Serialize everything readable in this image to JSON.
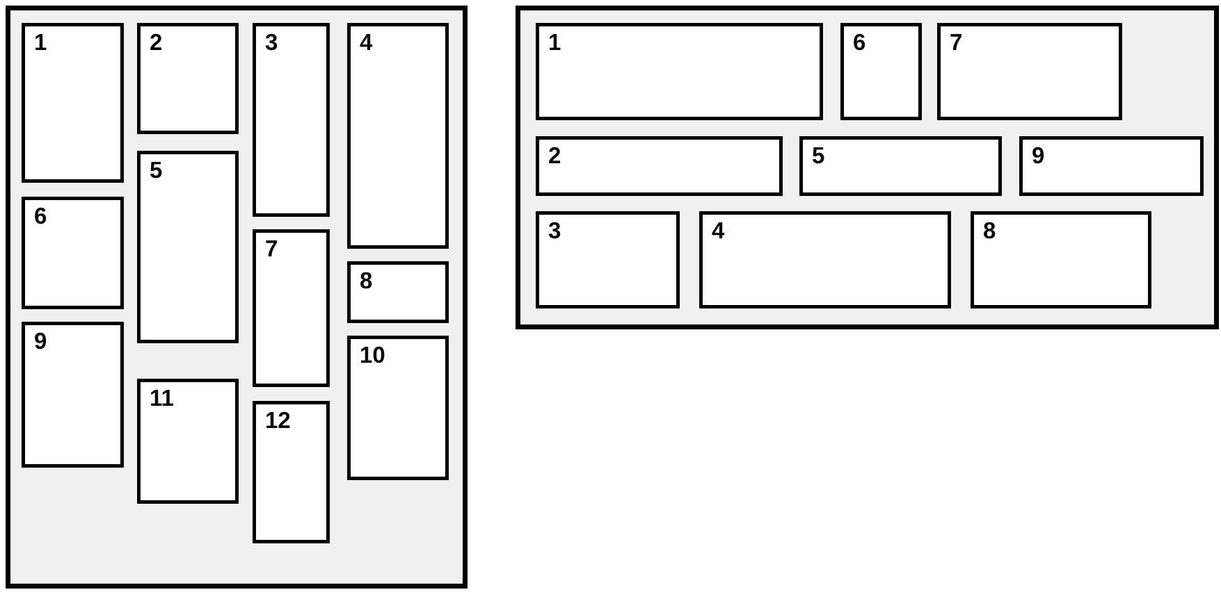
{
  "colors": {
    "page_background": "#ffffff",
    "panel_background": "#f0f0f1",
    "box_background": "#ffffff",
    "border": "#000000",
    "label": "#0a0a0a"
  },
  "left_panel": {
    "description": "masonry-column-layout-example",
    "items": [
      {
        "label": "1"
      },
      {
        "label": "2"
      },
      {
        "label": "3"
      },
      {
        "label": "4"
      },
      {
        "label": "5"
      },
      {
        "label": "6"
      },
      {
        "label": "7"
      },
      {
        "label": "8"
      },
      {
        "label": "9"
      },
      {
        "label": "10"
      },
      {
        "label": "11"
      },
      {
        "label": "12"
      }
    ]
  },
  "right_panel": {
    "description": "row-wrap-layout-example",
    "items": [
      {
        "label": "1"
      },
      {
        "label": "2"
      },
      {
        "label": "3"
      },
      {
        "label": "4"
      },
      {
        "label": "5"
      },
      {
        "label": "6"
      },
      {
        "label": "7"
      },
      {
        "label": "8"
      },
      {
        "label": "9"
      }
    ]
  }
}
